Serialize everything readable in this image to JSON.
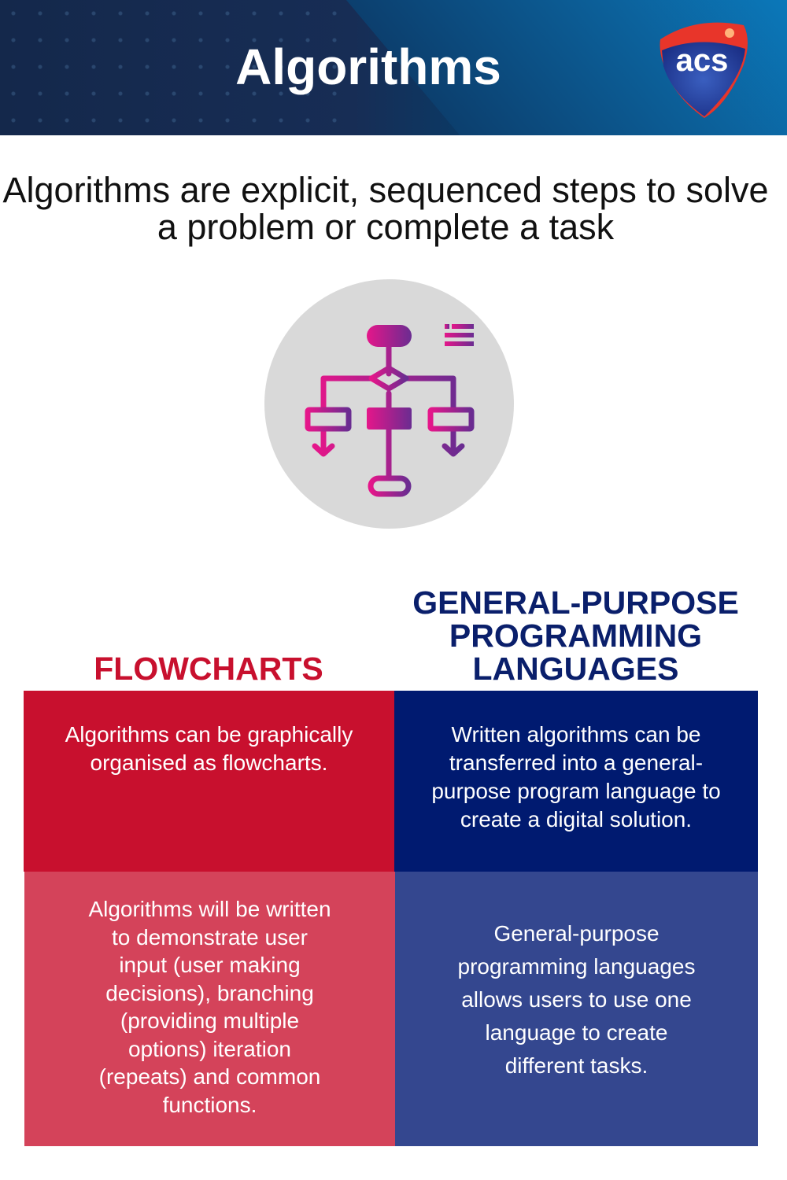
{
  "header": {
    "title": "Algorithms",
    "logo_text": "acs"
  },
  "subtitle": "Algorithms are explicit, sequenced steps to solve a problem or complete a task",
  "icon": "flowchart-icon",
  "colors": {
    "red": "#c8102e",
    "navy": "#001a70",
    "light_red": "#d4435a",
    "blue": "#34478f"
  },
  "sections": {
    "flowcharts": {
      "heading": "FLOWCHARTS",
      "box1": "Algorithms can be graphically organised as flowcharts.",
      "box2": "Algorithms will be written to demonstrate user input (user making decisions), branching (providing multiple options) iteration (repeats) and common functions."
    },
    "languages": {
      "heading": "GENERAL-PURPOSE PROGRAMMING LANGUAGES",
      "box1": "Written algorithms can be transferred into a general-purpose program language to create a digital solution.",
      "box2": "General-purpose programming languages allows users to use one language to create different tasks."
    }
  }
}
